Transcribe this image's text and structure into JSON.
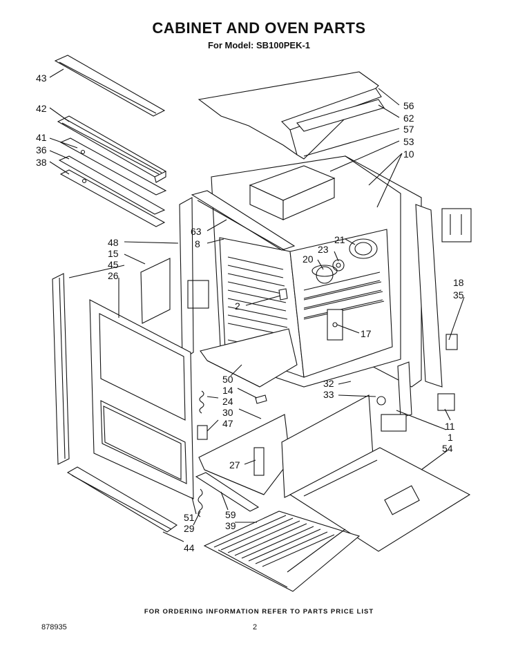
{
  "title": "CABINET AND OVEN PARTS",
  "model_line": "For Model: SB100PEK-1",
  "footer": "FOR ORDERING INFORMATION REFER TO PARTS PRICE LIST",
  "document_number": "878935",
  "page_number": "2",
  "callouts": {
    "c43": "43",
    "c42": "42",
    "c41": "41",
    "c36": "36",
    "c38": "38",
    "c56": "56",
    "c62": "62",
    "c57": "57",
    "c53": "53",
    "c10": "10",
    "c63": "63",
    "c8": "8",
    "c48": "48",
    "c15": "15",
    "c45": "45",
    "c26": "26",
    "c21": "21",
    "c23": "23",
    "c20": "20",
    "c2": "2",
    "c17": "17",
    "c18": "18",
    "c35": "35",
    "c50": "50",
    "c14": "14",
    "c24": "24",
    "c30": "30",
    "c47": "47",
    "c32": "32",
    "c33": "33",
    "c11": "11",
    "c1": "1",
    "c27": "27",
    "c54": "54",
    "c51": "51",
    "c29": "29",
    "c59": "59",
    "c39": "39",
    "c44": "44"
  }
}
